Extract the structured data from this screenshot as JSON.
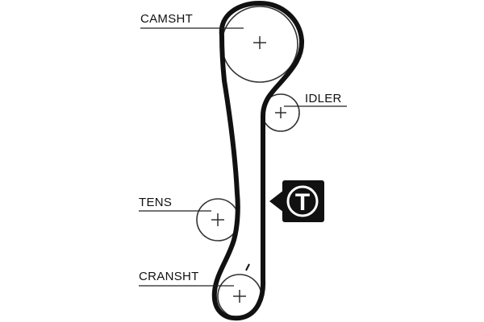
{
  "diagram": {
    "labels": {
      "camshaft": "CAMSHT",
      "idler": "IDLER",
      "tensioner": "TENS",
      "crankshaft": "CRANSHT"
    },
    "badge": {
      "letter": "T"
    },
    "colors": {
      "belt": "#111111",
      "pulley_outline": "#333333",
      "badge_bg": "#111111",
      "badge_fg": "#ffffff",
      "background": "#ffffff"
    }
  }
}
